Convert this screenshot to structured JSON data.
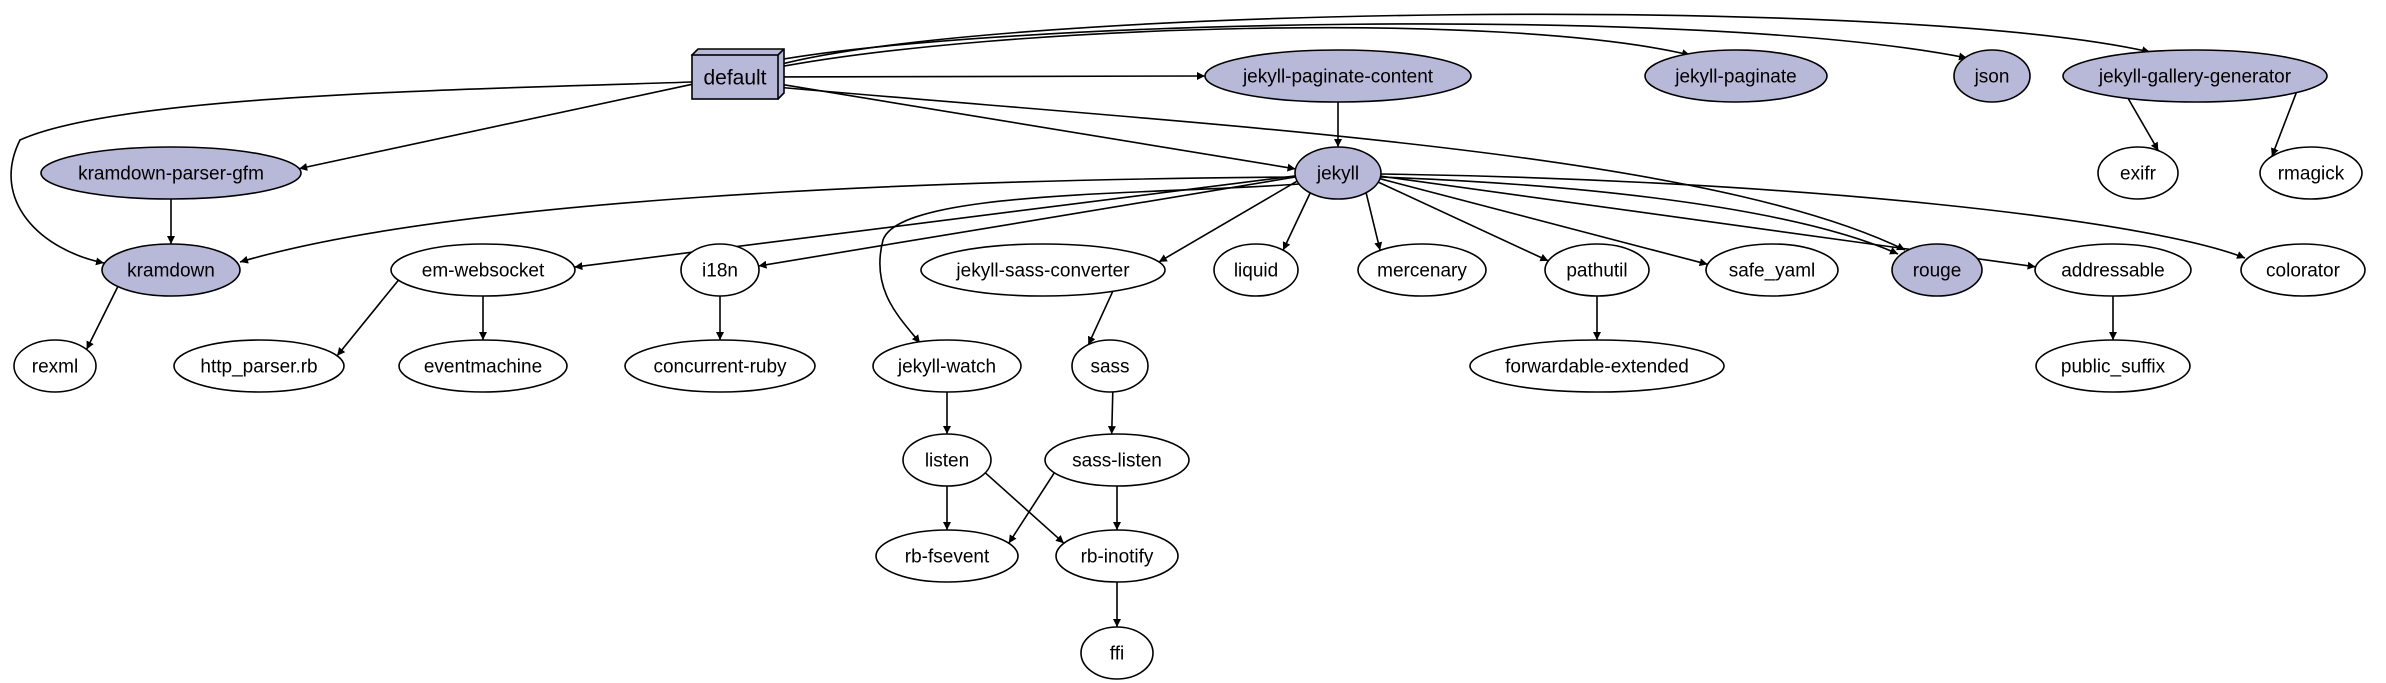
{
  "colors": {
    "gem_fill": "#b8b8d8",
    "default_fill": "#b8b8d8",
    "dependency_fill": "#ffffff",
    "stroke": "#000000"
  },
  "nodes": [
    {
      "id": "default",
      "label": "default",
      "shape": "box3d",
      "style": "gem"
    },
    {
      "id": "jekyll-paginate-content",
      "label": "jekyll-paginate-content",
      "shape": "ellipse",
      "style": "gem"
    },
    {
      "id": "jekyll-paginate",
      "label": "jekyll-paginate",
      "shape": "ellipse",
      "style": "gem"
    },
    {
      "id": "json",
      "label": "json",
      "shape": "ellipse",
      "style": "gem"
    },
    {
      "id": "jekyll-gallery-generator",
      "label": "jekyll-gallery-generator",
      "shape": "ellipse",
      "style": "gem"
    },
    {
      "id": "kramdown-parser-gfm",
      "label": "kramdown-parser-gfm",
      "shape": "ellipse",
      "style": "gem"
    },
    {
      "id": "jekyll",
      "label": "jekyll",
      "shape": "ellipse",
      "style": "gem"
    },
    {
      "id": "exifr",
      "label": "exifr",
      "shape": "ellipse",
      "style": "dep"
    },
    {
      "id": "rmagick",
      "label": "rmagick",
      "shape": "ellipse",
      "style": "dep"
    },
    {
      "id": "kramdown",
      "label": "kramdown",
      "shape": "ellipse",
      "style": "gem"
    },
    {
      "id": "em-websocket",
      "label": "em-websocket",
      "shape": "ellipse",
      "style": "dep"
    },
    {
      "id": "i18n",
      "label": "i18n",
      "shape": "ellipse",
      "style": "dep"
    },
    {
      "id": "jekyll-sass-converter",
      "label": "jekyll-sass-converter",
      "shape": "ellipse",
      "style": "dep"
    },
    {
      "id": "liquid",
      "label": "liquid",
      "shape": "ellipse",
      "style": "dep"
    },
    {
      "id": "mercenary",
      "label": "mercenary",
      "shape": "ellipse",
      "style": "dep"
    },
    {
      "id": "pathutil",
      "label": "pathutil",
      "shape": "ellipse",
      "style": "dep"
    },
    {
      "id": "safe_yaml",
      "label": "safe_yaml",
      "shape": "ellipse",
      "style": "dep"
    },
    {
      "id": "rouge",
      "label": "rouge",
      "shape": "ellipse",
      "style": "gem"
    },
    {
      "id": "addressable",
      "label": "addressable",
      "shape": "ellipse",
      "style": "dep"
    },
    {
      "id": "colorator",
      "label": "colorator",
      "shape": "ellipse",
      "style": "dep"
    },
    {
      "id": "rexml",
      "label": "rexml",
      "shape": "ellipse",
      "style": "dep"
    },
    {
      "id": "http_parser.rb",
      "label": "http_parser.rb",
      "shape": "ellipse",
      "style": "dep"
    },
    {
      "id": "eventmachine",
      "label": "eventmachine",
      "shape": "ellipse",
      "style": "dep"
    },
    {
      "id": "concurrent-ruby",
      "label": "concurrent-ruby",
      "shape": "ellipse",
      "style": "dep"
    },
    {
      "id": "jekyll-watch",
      "label": "jekyll-watch",
      "shape": "ellipse",
      "style": "dep"
    },
    {
      "id": "sass",
      "label": "sass",
      "shape": "ellipse",
      "style": "dep"
    },
    {
      "id": "forwardable-extended",
      "label": "forwardable-extended",
      "shape": "ellipse",
      "style": "dep"
    },
    {
      "id": "public_suffix",
      "label": "public_suffix",
      "shape": "ellipse",
      "style": "dep"
    },
    {
      "id": "listen",
      "label": "listen",
      "shape": "ellipse",
      "style": "dep"
    },
    {
      "id": "sass-listen",
      "label": "sass-listen",
      "shape": "ellipse",
      "style": "dep"
    },
    {
      "id": "rb-fsevent",
      "label": "rb-fsevent",
      "shape": "ellipse",
      "style": "dep"
    },
    {
      "id": "rb-inotify",
      "label": "rb-inotify",
      "shape": "ellipse",
      "style": "dep"
    },
    {
      "id": "ffi",
      "label": "ffi",
      "shape": "ellipse",
      "style": "dep"
    }
  ],
  "edges": [
    {
      "from": "default",
      "to": "jekyll-paginate-content"
    },
    {
      "from": "default",
      "to": "jekyll-paginate"
    },
    {
      "from": "default",
      "to": "json"
    },
    {
      "from": "default",
      "to": "jekyll-gallery-generator"
    },
    {
      "from": "default",
      "to": "kramdown-parser-gfm"
    },
    {
      "from": "default",
      "to": "kramdown"
    },
    {
      "from": "default",
      "to": "jekyll"
    },
    {
      "from": "default",
      "to": "rouge"
    },
    {
      "from": "jekyll-paginate-content",
      "to": "jekyll"
    },
    {
      "from": "jekyll-gallery-generator",
      "to": "exifr"
    },
    {
      "from": "jekyll-gallery-generator",
      "to": "rmagick"
    },
    {
      "from": "kramdown-parser-gfm",
      "to": "kramdown"
    },
    {
      "from": "jekyll",
      "to": "kramdown"
    },
    {
      "from": "jekyll",
      "to": "em-websocket"
    },
    {
      "from": "jekyll",
      "to": "i18n"
    },
    {
      "from": "jekyll",
      "to": "jekyll-watch"
    },
    {
      "from": "jekyll",
      "to": "jekyll-sass-converter"
    },
    {
      "from": "jekyll",
      "to": "liquid"
    },
    {
      "from": "jekyll",
      "to": "mercenary"
    },
    {
      "from": "jekyll",
      "to": "pathutil"
    },
    {
      "from": "jekyll",
      "to": "safe_yaml"
    },
    {
      "from": "jekyll",
      "to": "rouge"
    },
    {
      "from": "jekyll",
      "to": "addressable"
    },
    {
      "from": "jekyll",
      "to": "colorator"
    },
    {
      "from": "kramdown",
      "to": "rexml"
    },
    {
      "from": "em-websocket",
      "to": "http_parser.rb"
    },
    {
      "from": "em-websocket",
      "to": "eventmachine"
    },
    {
      "from": "i18n",
      "to": "concurrent-ruby"
    },
    {
      "from": "jekyll-sass-converter",
      "to": "sass"
    },
    {
      "from": "pathutil",
      "to": "forwardable-extended"
    },
    {
      "from": "addressable",
      "to": "public_suffix"
    },
    {
      "from": "jekyll-watch",
      "to": "listen"
    },
    {
      "from": "sass",
      "to": "sass-listen"
    },
    {
      "from": "listen",
      "to": "rb-fsevent"
    },
    {
      "from": "listen",
      "to": "rb-inotify"
    },
    {
      "from": "sass-listen",
      "to": "rb-fsevent"
    },
    {
      "from": "sass-listen",
      "to": "rb-inotify"
    },
    {
      "from": "rb-inotify",
      "to": "ffi"
    }
  ]
}
